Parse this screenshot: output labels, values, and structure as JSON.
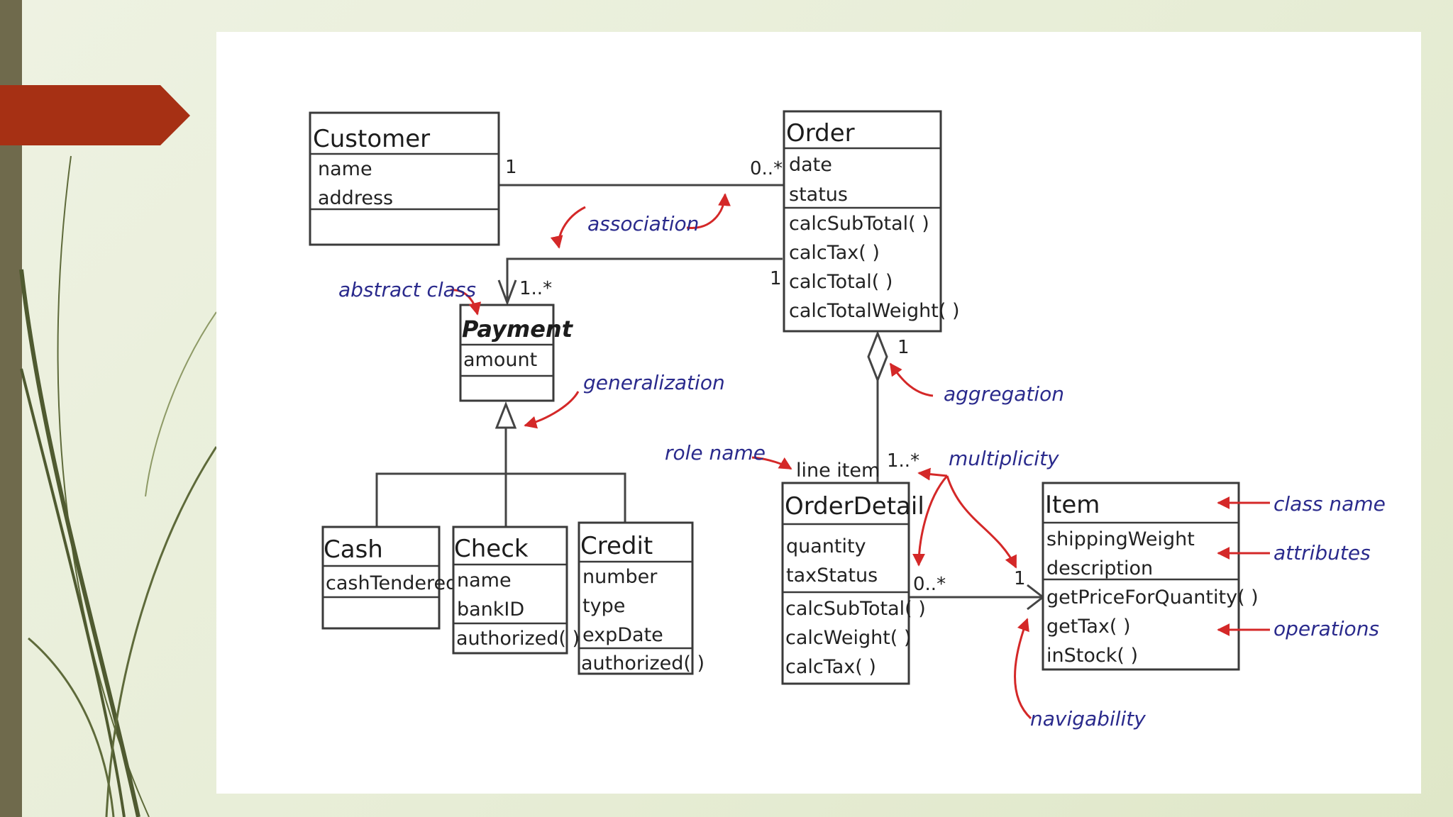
{
  "colors": {
    "banner": "#a63014",
    "side_bar": "#6f6a4c",
    "annotation_text": "#2a2a8c",
    "annotation_arrow": "#d42828"
  },
  "classes": {
    "customer": {
      "name": "Customer",
      "attributes": [
        "name",
        "address"
      ],
      "operations": []
    },
    "order": {
      "name": "Order",
      "attributes": [
        "date",
        "status"
      ],
      "operations": [
        "calcSubTotal( )",
        "calcTax( )",
        "calcTotal( )",
        "calcTotalWeight( )"
      ]
    },
    "payment": {
      "name": "Payment",
      "attributes": [
        "amount"
      ],
      "operations": []
    },
    "cash": {
      "name": "Cash",
      "attributes": [
        "cashTendered"
      ],
      "operations": []
    },
    "check": {
      "name": "Check",
      "attributes": [
        "name",
        "bankID"
      ],
      "operations": [
        "authorized( )"
      ]
    },
    "credit": {
      "name": "Credit",
      "attributes": [
        "number",
        "type",
        "expDate"
      ],
      "operations": [
        "authorized( )"
      ]
    },
    "order_detail": {
      "name": "OrderDetail",
      "attributes": [
        "quantity",
        "taxStatus"
      ],
      "operations": [
        "calcSubTotal( )",
        "calcWeight( )",
        "calcTax( )"
      ]
    },
    "item": {
      "name": "Item",
      "attributes": [
        "shippingWeight",
        "description"
      ],
      "operations": [
        "getPriceForQuantity( )",
        "getTax( )",
        "inStock( )"
      ]
    }
  },
  "multiplicities": {
    "customer_side": "1",
    "order_side_customer": "0..*",
    "payment_side": "1..*",
    "order_side_payment": "1",
    "order_side_detail": "1",
    "detail_side_order": "1..*",
    "detail_side_item": "0..*",
    "item_side": "1"
  },
  "role_name": "line item",
  "annotations": {
    "association": "association",
    "abstract_class": "abstract class",
    "generalization": "generalization",
    "aggregation": "aggregation",
    "role_name": "role name",
    "multiplicity": "multiplicity",
    "class_name": "class name",
    "attributes": "attributes",
    "operations": "operations",
    "navigability": "navigability"
  }
}
